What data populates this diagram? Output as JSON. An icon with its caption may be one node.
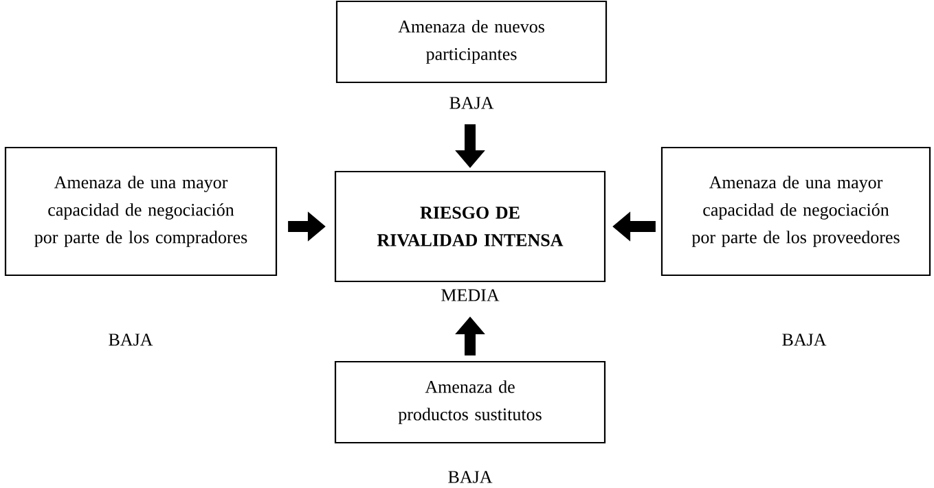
{
  "diagram": {
    "nodes": [
      {
        "text": [
          "Amenaza de nuevos participantes"
        ],
        "beside": [
          "BAJA"
        ]
      },
      {
        "text": [
          "Amenaza de una mayor capacidad de negociación por parte de los compradores"
        ],
        "beside": [
          "BAJA"
        ]
      },
      {
        "text": [
          "**RIESGO DE RIVALIDAD INTENSA**"
        ],
        "beside": [
          "MEDIA"
        ]
      },
      {
        "text": [
          "Amenaza de una mayor capacidad de negociación por parte de los proveedores"
        ],
        "beside": [
          "BAJA"
        ]
      },
      {
        "text": [
          "Amenaza de productos sustitutos"
        ],
        "beside": [
          "BAJA"
        ]
      }
    ],
    "edges": [
      {
        "from": 0,
        "to": 2,
        "arrow": "to"
      },
      {
        "from": 1,
        "to": 2,
        "arrow": "to"
      },
      {
        "from": 3,
        "to": 2,
        "arrow": "to"
      },
      {
        "from": 4,
        "to": 2,
        "arrow": "to"
      }
    ]
  }
}
